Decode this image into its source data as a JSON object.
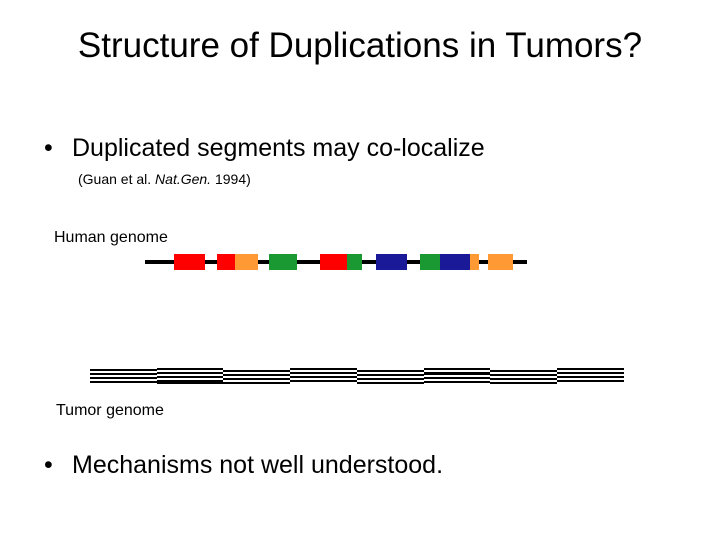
{
  "slide": {
    "title": "Structure of Duplications in Tumors?",
    "bullets": [
      "Duplicated segments may co-localize",
      "Mechanisms not well understood."
    ],
    "citation": {
      "prefix": "(Guan et al. ",
      "journal": "Nat.Gen.",
      "suffix": " 1994)"
    },
    "human_label": "Human genome",
    "tumor_label": "Tumor genome",
    "colors": {
      "red": "#ff0000",
      "orange": "#ff9933",
      "green": "#1a9933",
      "blue": "#1a1a99",
      "line": "#000000"
    }
  }
}
